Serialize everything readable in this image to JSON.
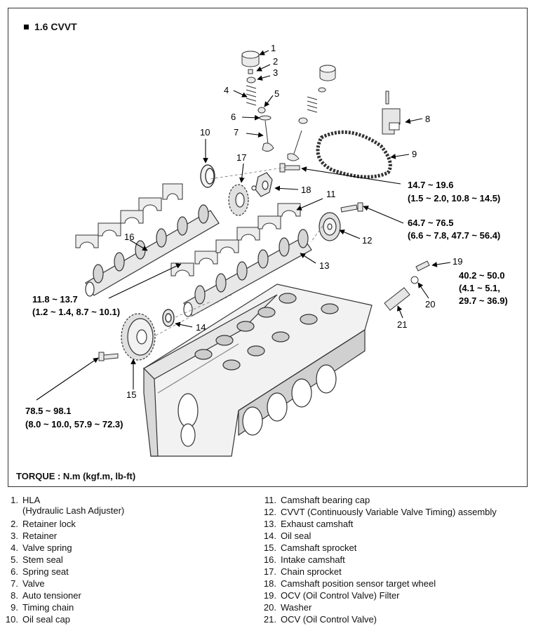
{
  "title": "1.6 CVVT",
  "torque_note": "TORQUE : N.m (kgf.m, lb-ft)",
  "callouts": [
    "1",
    "2",
    "3",
    "4",
    "5",
    "6",
    "7",
    "8",
    "9",
    "10",
    "11",
    "12",
    "13",
    "14",
    "15",
    "16",
    "17",
    "18",
    "19",
    "20",
    "21"
  ],
  "torques": {
    "t1": [
      "14.7 ~ 19.6",
      "(1.5 ~ 2.0, 10.8 ~ 14.5)"
    ],
    "t2": [
      "64.7 ~ 76.5",
      "(6.6 ~ 7.8, 47.7 ~ 56.4)"
    ],
    "t3": [
      "40.2 ~ 50.0",
      "(4.1 ~ 5.1,",
      "29.7 ~ 36.9)"
    ],
    "t4": [
      "11.8 ~ 13.7",
      "(1.2 ~ 1.4, 8.7 ~ 10.1)"
    ],
    "t5": [
      "78.5 ~ 98.1",
      "(8.0 ~ 10.0, 57.9 ~ 72.3)"
    ]
  },
  "legend_left": [
    {
      "n": "1.",
      "t": "HLA",
      "sub": "(Hydraulic Lash Adjuster)"
    },
    {
      "n": "2.",
      "t": "Retainer lock"
    },
    {
      "n": "3.",
      "t": "Retainer"
    },
    {
      "n": "4.",
      "t": "Valve spring"
    },
    {
      "n": "5.",
      "t": "Stem seal"
    },
    {
      "n": "6.",
      "t": "Spring seat"
    },
    {
      "n": "7.",
      "t": "Valve"
    },
    {
      "n": "8.",
      "t": "Auto tensioner"
    },
    {
      "n": "9.",
      "t": "Timing chain"
    },
    {
      "n": "10.",
      "t": "Oil seal cap"
    }
  ],
  "legend_right": [
    {
      "n": "11.",
      "t": "Camshaft bearing cap"
    },
    {
      "n": "12.",
      "t": "CVVT (Continuously Variable Valve Timing) assembly"
    },
    {
      "n": "13.",
      "t": "Exhaust camshaft"
    },
    {
      "n": "14.",
      "t": "Oil seal"
    },
    {
      "n": "15.",
      "t": "Camshaft sprocket"
    },
    {
      "n": "16.",
      "t": "Intake camshaft"
    },
    {
      "n": "17.",
      "t": "Chain sprocket"
    },
    {
      "n": "18.",
      "t": "Camshaft position sensor target wheel"
    },
    {
      "n": "19.",
      "t": "OCV (Oil Control Valve) Filter"
    },
    {
      "n": "20.",
      "t": "Washer"
    },
    {
      "n": "21.",
      "t": "OCV (Oil Control Valve)"
    }
  ]
}
